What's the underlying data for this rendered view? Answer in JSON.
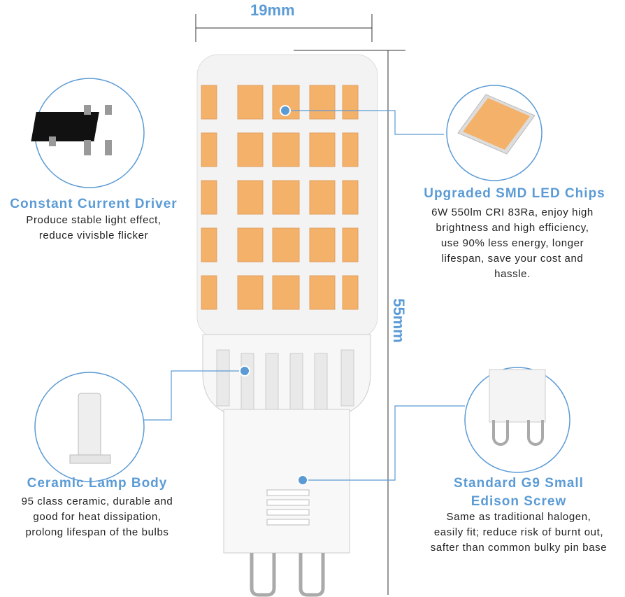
{
  "dimensions": {
    "width_label": "19mm",
    "height_label": "55mm"
  },
  "features": [
    {
      "title": "Constant Current Driver",
      "lines": [
        "Produce stable light effect,",
        "reduce vivisble flicker"
      ]
    },
    {
      "title": "Upgraded SMD LED Chips",
      "lines": [
        "6W 550lm CRI 83Ra, enjoy high",
        "brightness and high efficiency,",
        "use 90% less energy, longer",
        "lifespan, save your cost and",
        "hassle."
      ]
    },
    {
      "title": "Ceramic Lamp Body",
      "lines": [
        "95 class ceramic, durable and",
        "good for heat dissipation,",
        "prolong lifespan of the bulbs"
      ]
    },
    {
      "title_lines": [
        "Standard G9 Small",
        "Edison Screw"
      ],
      "lines": [
        "Same as traditional halogen,",
        "easily fit; reduce risk of burnt out,",
        "safter than common bulky pin base"
      ]
    }
  ],
  "colors": {
    "accent": "#5b9bd5",
    "led": "#f4b16a",
    "text": "#222222"
  }
}
